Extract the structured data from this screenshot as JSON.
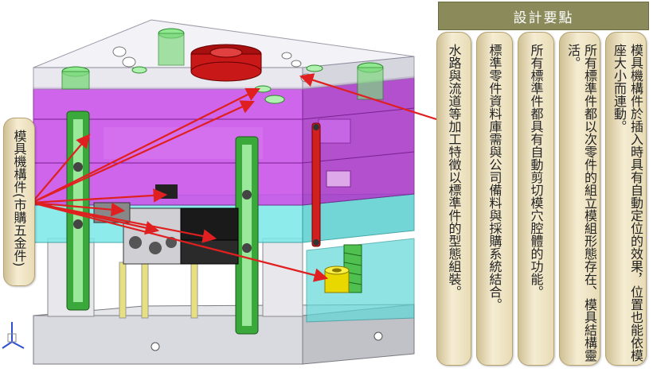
{
  "title": "設計要點",
  "notes": [
    "模具機構件於插入時具有自動定位的效果，位置也能依模座大小而連動。",
    "所有標準件都以次零件的組立模組形態存在、模具結構靈活。",
    "所有標準件都具有自動剪切模穴腔體的功能。",
    "標準零件資料庫需與公司備料與採購系統結合。",
    "水路與流道等加工特徵以標準件的型態組裝。"
  ],
  "left_label": "模具機構件(市購五金件)",
  "colors": {
    "title_bg": "#8a8a5a",
    "scroll": "#f0e6c8",
    "plate_magenta": "#c040e0",
    "plate_cyan": "#40d8d8",
    "guide_green": "#2a9a2a",
    "sprue_red": "#c81818",
    "arrow_red": "#e02020"
  }
}
